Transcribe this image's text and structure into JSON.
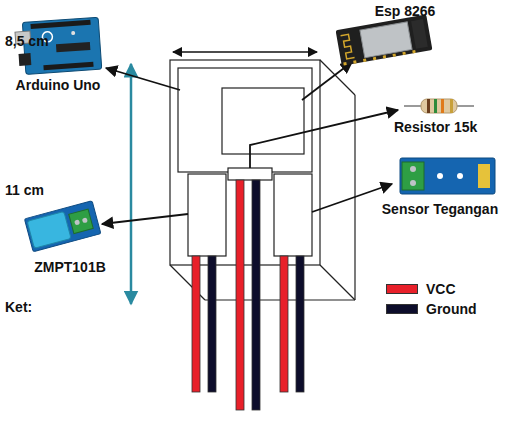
{
  "diagram": {
    "nodes": [
      {
        "text": [
          "Esp 8266"
        ]
      },
      {
        "text": [
          "Arduino Uno"
        ]
      },
      {
        "text": [
          "Resistor 15k"
        ]
      },
      {
        "text": [
          "Sensor Tegangan"
        ]
      },
      {
        "text": [
          "ZMPT101B"
        ]
      }
    ],
    "labels": [
      "8,5 cm",
      "11 cm",
      "Ket:"
    ],
    "legend": [
      {
        "text": "VCC",
        "color": "#e8202a"
      },
      {
        "text": "Ground",
        "color": "#0d0d2b"
      }
    ]
  }
}
